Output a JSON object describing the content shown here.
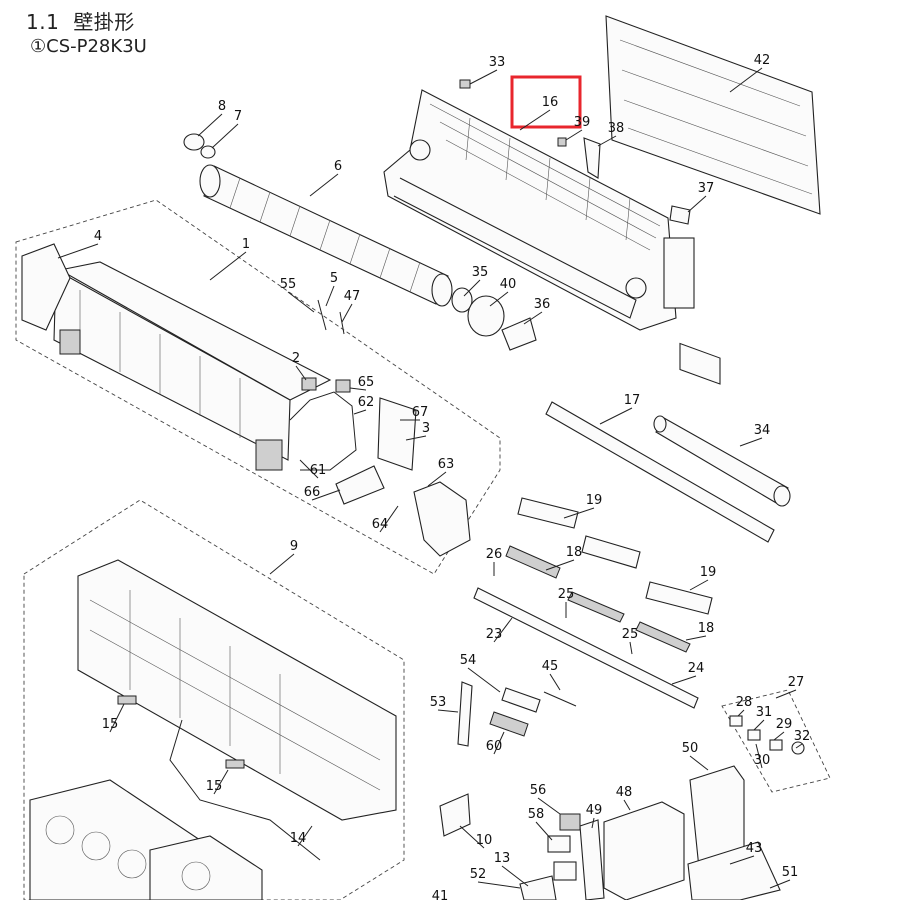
{
  "header": {
    "section_number": "1.1",
    "section_title": "壁掛形",
    "model": "①CS-P28K3U"
  },
  "highlight": {
    "label": "16",
    "color": "#e8262d"
  },
  "callouts": [
    {
      "id": "c33",
      "label": "33"
    },
    {
      "id": "c42",
      "label": "42"
    },
    {
      "id": "c16",
      "label": "16"
    },
    {
      "id": "c39",
      "label": "39"
    },
    {
      "id": "c38",
      "label": "38"
    },
    {
      "id": "c8",
      "label": "8"
    },
    {
      "id": "c7",
      "label": "7"
    },
    {
      "id": "c6",
      "label": "6"
    },
    {
      "id": "c37",
      "label": "37"
    },
    {
      "id": "c4",
      "label": "4"
    },
    {
      "id": "c1",
      "label": "1"
    },
    {
      "id": "c55",
      "label": "55"
    },
    {
      "id": "c5",
      "label": "5"
    },
    {
      "id": "c47",
      "label": "47"
    },
    {
      "id": "c35",
      "label": "35"
    },
    {
      "id": "c40",
      "label": "40"
    },
    {
      "id": "c36",
      "label": "36"
    },
    {
      "id": "c2",
      "label": "2"
    },
    {
      "id": "c65",
      "label": "65"
    },
    {
      "id": "c62",
      "label": "62"
    },
    {
      "id": "c67",
      "label": "67"
    },
    {
      "id": "c3",
      "label": "3"
    },
    {
      "id": "c17",
      "label": "17"
    },
    {
      "id": "c34",
      "label": "34"
    },
    {
      "id": "c61",
      "label": "61"
    },
    {
      "id": "c63",
      "label": "63"
    },
    {
      "id": "c66",
      "label": "66"
    },
    {
      "id": "c64",
      "label": "64"
    },
    {
      "id": "c19a",
      "label": "19"
    },
    {
      "id": "c9",
      "label": "9"
    },
    {
      "id": "c26",
      "label": "26"
    },
    {
      "id": "c18a",
      "label": "18"
    },
    {
      "id": "c19b",
      "label": "19"
    },
    {
      "id": "c25a",
      "label": "25"
    },
    {
      "id": "c23",
      "label": "23"
    },
    {
      "id": "c25b",
      "label": "25"
    },
    {
      "id": "c18b",
      "label": "18"
    },
    {
      "id": "c24",
      "label": "24"
    },
    {
      "id": "c54",
      "label": "54"
    },
    {
      "id": "c45",
      "label": "45"
    },
    {
      "id": "c27",
      "label": "27"
    },
    {
      "id": "c53",
      "label": "53"
    },
    {
      "id": "c28",
      "label": "28"
    },
    {
      "id": "c31",
      "label": "31"
    },
    {
      "id": "c29",
      "label": "29"
    },
    {
      "id": "c32",
      "label": "32"
    },
    {
      "id": "c15a",
      "label": "15"
    },
    {
      "id": "c60",
      "label": "60"
    },
    {
      "id": "c30",
      "label": "30"
    },
    {
      "id": "c50",
      "label": "50"
    },
    {
      "id": "c15b",
      "label": "15"
    },
    {
      "id": "c56",
      "label": "56"
    },
    {
      "id": "c48",
      "label": "48"
    },
    {
      "id": "c58",
      "label": "58"
    },
    {
      "id": "c49",
      "label": "49"
    },
    {
      "id": "c14",
      "label": "14"
    },
    {
      "id": "c10",
      "label": "10"
    },
    {
      "id": "c43",
      "label": "43"
    },
    {
      "id": "c13",
      "label": "13"
    },
    {
      "id": "c52",
      "label": "52"
    },
    {
      "id": "c51",
      "label": "51"
    },
    {
      "id": "c41",
      "label": "41"
    }
  ]
}
